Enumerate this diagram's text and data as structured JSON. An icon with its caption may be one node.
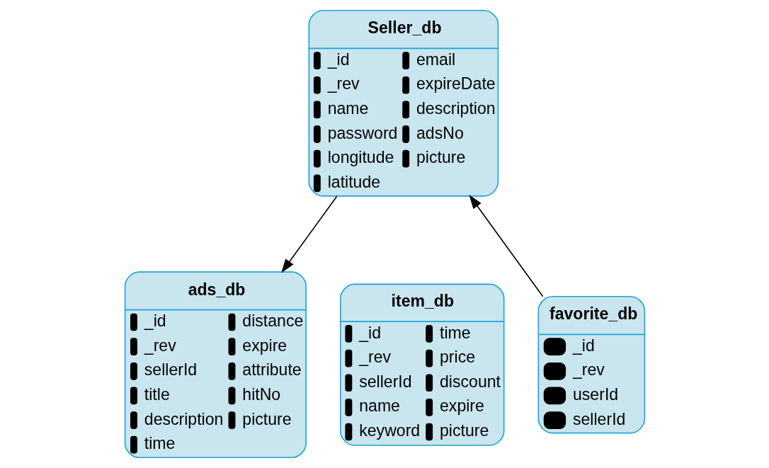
{
  "diagram": {
    "nodes": [
      {
        "text": [
          "Seller_db",
          "_id",
          "_rev",
          "name",
          "password",
          "longitude",
          "latitude",
          "email",
          "expireDate",
          "description",
          "adsNo",
          "picture"
        ]
      },
      {
        "text": [
          "ads_db",
          "_id",
          "_rev",
          "sellerId",
          "title",
          "description",
          "time",
          "distance",
          "expire",
          "attribute",
          "hitNo",
          "picture"
        ]
      },
      {
        "text": [
          "item_db",
          "_id",
          "_rev",
          "sellerId",
          "name",
          "keyword",
          "time",
          "price",
          "discount",
          "expire",
          "picture"
        ]
      },
      {
        "text": [
          "favorite_db",
          "_id",
          "_rev",
          "userId",
          "sellerId"
        ]
      }
    ],
    "edges": [
      {
        "from": 0,
        "to": 1,
        "arrow": "to"
      },
      {
        "from": 3,
        "to": 0,
        "arrow": "to"
      }
    ]
  }
}
